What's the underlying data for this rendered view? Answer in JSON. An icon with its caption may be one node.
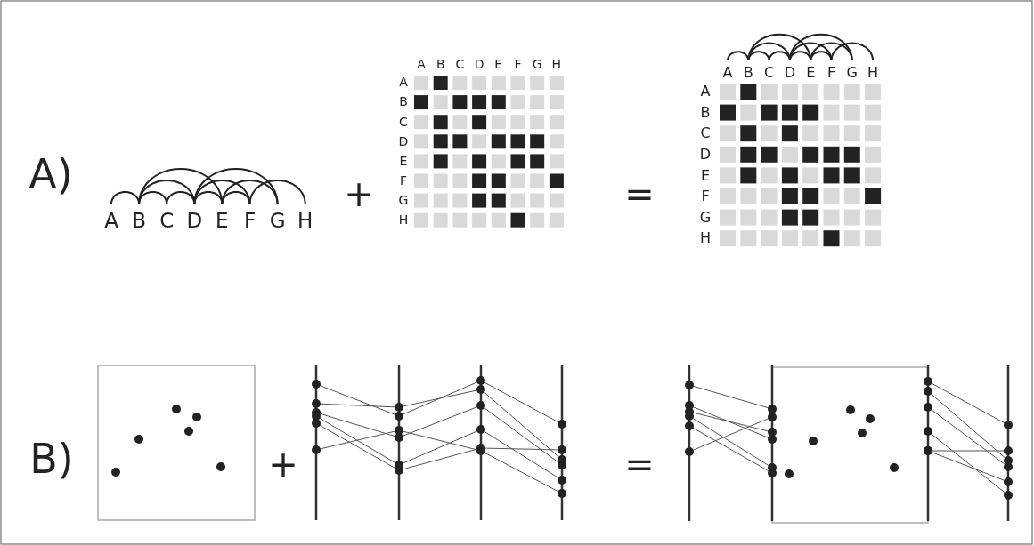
{
  "diagram": {
    "nodes": [
      {
        "text": [
          "A"
        ]
      },
      {
        "text": [
          "B"
        ]
      },
      {
        "text": [
          "C"
        ]
      },
      {
        "text": [
          "D"
        ]
      },
      {
        "text": [
          "E"
        ]
      },
      {
        "text": [
          "F"
        ]
      },
      {
        "text": [
          "G"
        ]
      },
      {
        "text": [
          "H"
        ]
      },
      {
        "text": [
          "A"
        ]
      },
      {
        "text": [
          "B"
        ]
      },
      {
        "text": [
          "C"
        ]
      },
      {
        "text": [
          "D"
        ]
      },
      {
        "text": [
          "E"
        ]
      },
      {
        "text": [
          "F"
        ]
      },
      {
        "text": [
          "G"
        ]
      },
      {
        "text": [
          "H"
        ]
      }
    ],
    "edges": [
      {
        "from": 0,
        "to": 1,
        "arrow": "none"
      },
      {
        "from": 1,
        "to": 2,
        "arrow": "none"
      },
      {
        "from": 1,
        "to": 3,
        "arrow": "none"
      },
      {
        "from": 1,
        "to": 4,
        "arrow": "none"
      },
      {
        "from": 2,
        "to": 3,
        "arrow": "none"
      },
      {
        "from": 3,
        "to": 4,
        "arrow": "none"
      },
      {
        "from": 3,
        "to": 5,
        "arrow": "none"
      },
      {
        "from": 3,
        "to": 6,
        "arrow": "none"
      },
      {
        "from": 4,
        "to": 5,
        "arrow": "none"
      },
      {
        "from": 4,
        "to": 6,
        "arrow": "none"
      },
      {
        "from": 5,
        "to": 7,
        "arrow": "none"
      },
      {
        "from": 8,
        "to": 9,
        "arrow": "none"
      },
      {
        "from": 9,
        "to": 10,
        "arrow": "none"
      },
      {
        "from": 9,
        "to": 11,
        "arrow": "none"
      },
      {
        "from": 9,
        "to": 12,
        "arrow": "none"
      },
      {
        "from": 10,
        "to": 11,
        "arrow": "none"
      },
      {
        "from": 11,
        "to": 12,
        "arrow": "none"
      },
      {
        "from": 11,
        "to": 13,
        "arrow": "none"
      },
      {
        "from": 11,
        "to": 14,
        "arrow": "none"
      },
      {
        "from": 12,
        "to": 13,
        "arrow": "none"
      },
      {
        "from": 12,
        "to": 14,
        "arrow": "none"
      },
      {
        "from": 13,
        "to": 15,
        "arrow": "none"
      }
    ],
    "labels": [
      "A)",
      "A",
      "B",
      "C",
      "D",
      "E",
      "F",
      "G",
      "H",
      "A",
      "B",
      "C",
      "D",
      "E",
      "F",
      "G",
      "H",
      "+",
      "=",
      "A",
      "B",
      "C",
      "D",
      "E",
      "F",
      "G",
      "H",
      "B)",
      "+",
      "="
    ]
  }
}
